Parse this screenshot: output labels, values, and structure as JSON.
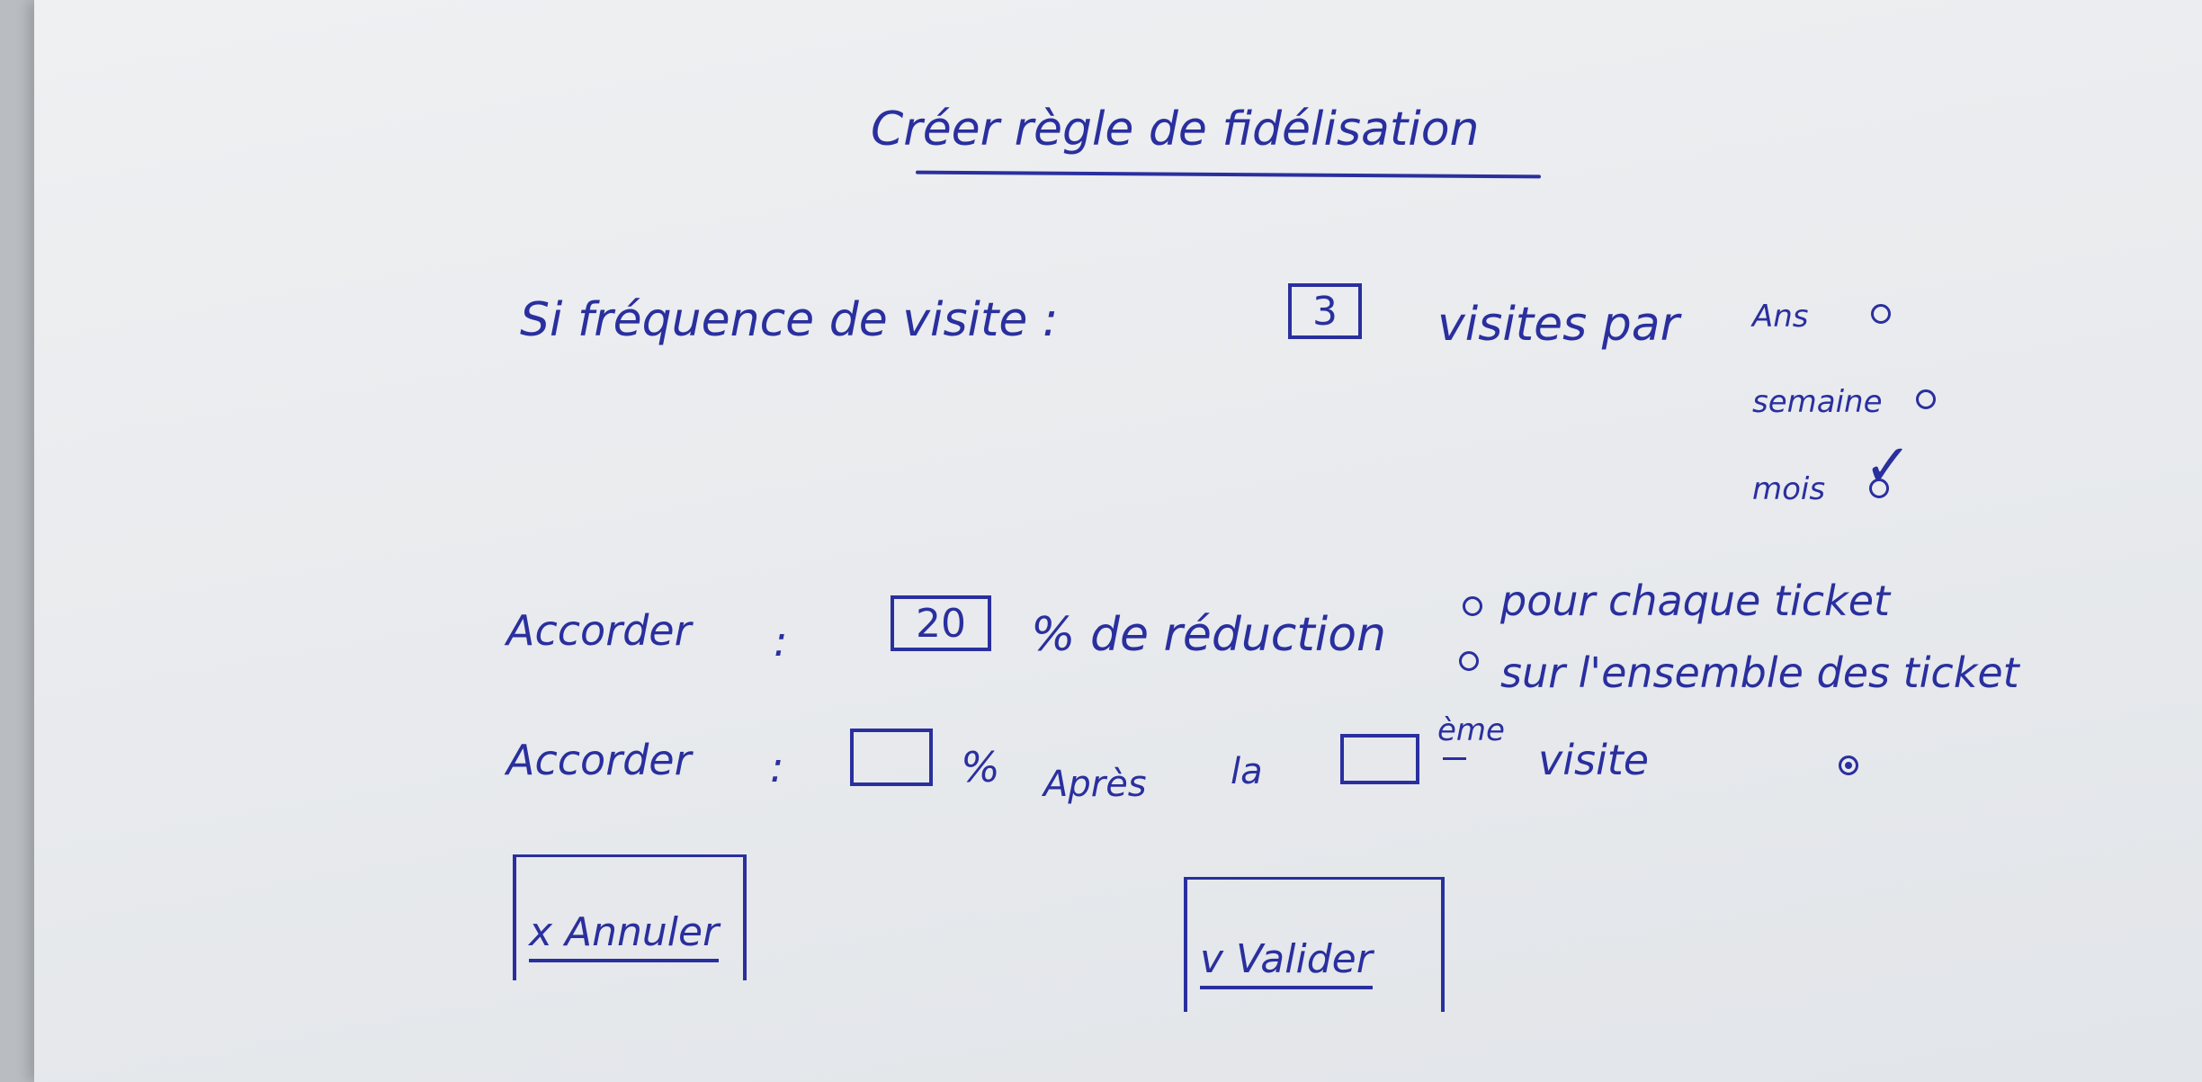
{
  "title": "Créer règle de fidélisation",
  "frequency": {
    "label": "Si fréquence de visite :",
    "value": "3",
    "unit_text": "visites par",
    "options": [
      {
        "label": "Ans",
        "selected": false
      },
      {
        "label": "semaine",
        "selected": false
      },
      {
        "label": "mois",
        "selected": true
      }
    ]
  },
  "discount1": {
    "label": "Accorder",
    "colon": ":",
    "value": "20",
    "suffix": "% de réduction",
    "options": [
      {
        "label": "pour chaque ticket",
        "selected": false
      },
      {
        "label": "sur l'ensemble des ticket",
        "selected": false
      }
    ]
  },
  "discount2": {
    "label": "Accorder",
    "colon": ":",
    "percent_value": "",
    "percent_sign": "%",
    "after_text": "Après",
    "la_text": "la",
    "visit_value": "",
    "ordinal": "ème",
    "visit_text": "visite"
  },
  "buttons": {
    "cancel_label": "x Annuler",
    "validate_label": "v Valider"
  }
}
